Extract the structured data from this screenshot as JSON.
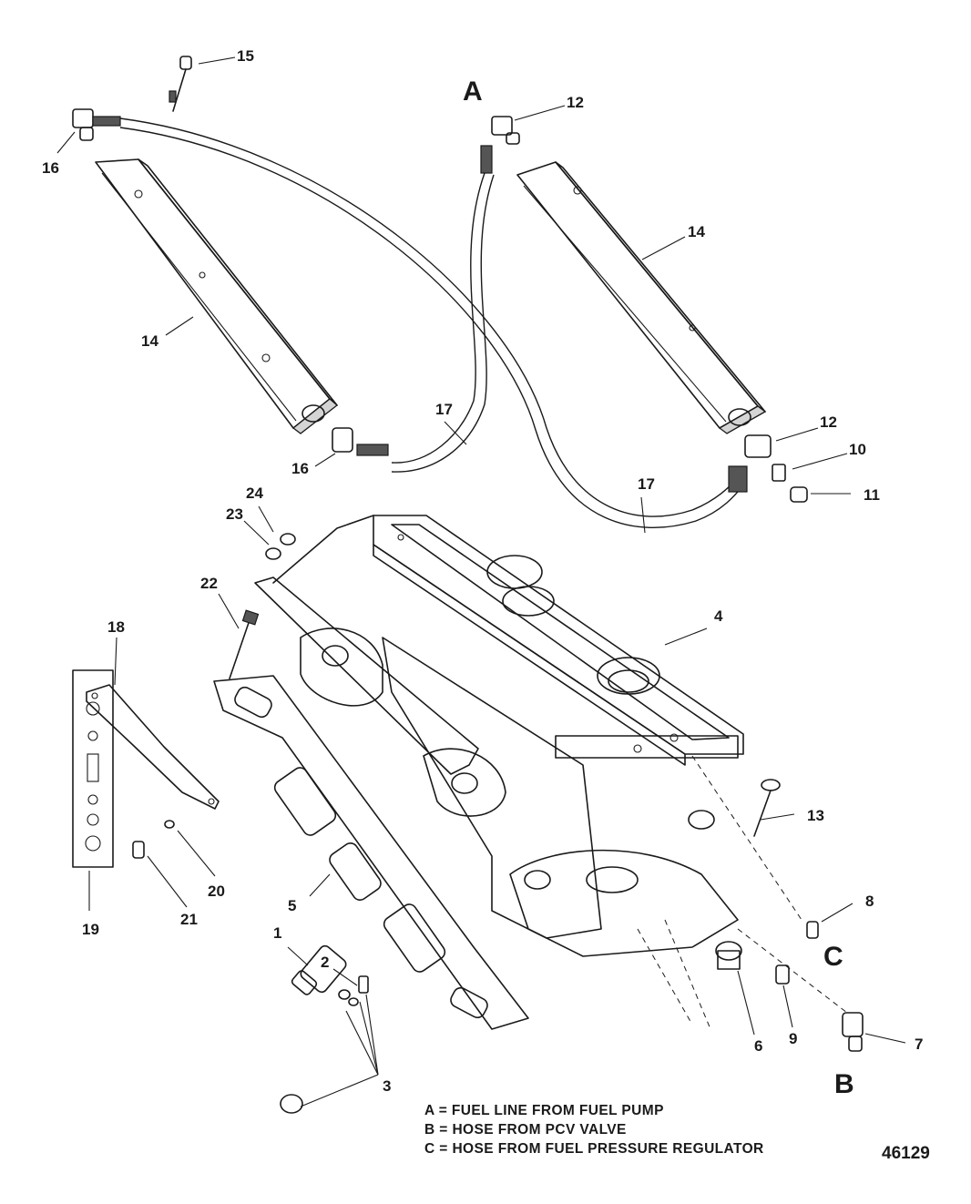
{
  "callouts": {
    "c1": "1",
    "c2": "2",
    "c3": "3",
    "c4": "4",
    "c5": "5",
    "c6": "6",
    "c7": "7",
    "c8": "8",
    "c9": "9",
    "c10": "10",
    "c11": "11",
    "c12a": "12",
    "c12b": "12",
    "c13": "13",
    "c14a": "14",
    "c14b": "14",
    "c15": "15",
    "c16a": "16",
    "c16b": "16",
    "c17a": "17",
    "c17b": "17",
    "c18": "18",
    "c19": "19",
    "c20": "20",
    "c21": "21",
    "c22": "22",
    "c23": "23",
    "c24": "24"
  },
  "letters": {
    "a": "A",
    "b": "B",
    "c": "C"
  },
  "legend": {
    "a": "A = FUEL LINE FROM FUEL PUMP",
    "b": "B = HOSE FROM PCV VALVE",
    "c": "C = HOSE FROM FUEL PRESSURE REGULATOR"
  },
  "figure_number": "46129"
}
